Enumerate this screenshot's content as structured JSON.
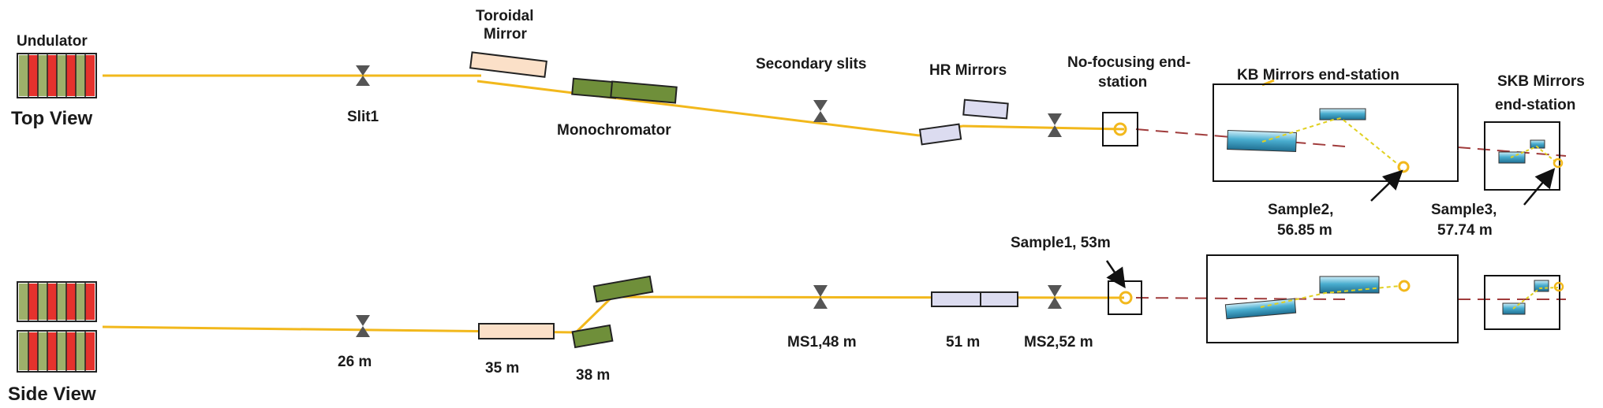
{
  "views": {
    "top": "Top View",
    "side": "Side View"
  },
  "labels": {
    "undulator": "Undulator",
    "toroidal_mirror_1": "Toroidal",
    "toroidal_mirror_2": "Mirror",
    "slit1": "Slit1",
    "monochromator": "Monochromator",
    "secondary_slits": "Secondary slits",
    "hr_mirrors": "HR Mirrors",
    "no_focusing_1": "No-focusing end-",
    "no_focusing_2": "station",
    "kb_mirrors": "KB Mirrors end-station",
    "skb_mirrors_1": "SKB Mirrors",
    "skb_mirrors_2": "end-station",
    "sample1": "Sample1, 53m",
    "sample2_1": "Sample2,",
    "sample2_2": "56.85 m",
    "sample3_1": "Sample3,",
    "sample3_2": "57.74 m"
  },
  "distances": {
    "d26": "26 m",
    "d35": "35 m",
    "d38": "38 m",
    "ms1": "MS1,48 m",
    "d51": "51 m",
    "ms2": "MS2,52 m"
  },
  "colors": {
    "beam": "#f2b81c",
    "undulator_red": "#e5322d",
    "undulator_green": "#9db06a",
    "toroidal": "#fbe0c8",
    "mono": "#6f8f3a",
    "hr_mirror": "#dcdcf0",
    "kb_mirror": "#2f8fb0",
    "dashed": "#a03b3b",
    "slit": "#555555"
  }
}
